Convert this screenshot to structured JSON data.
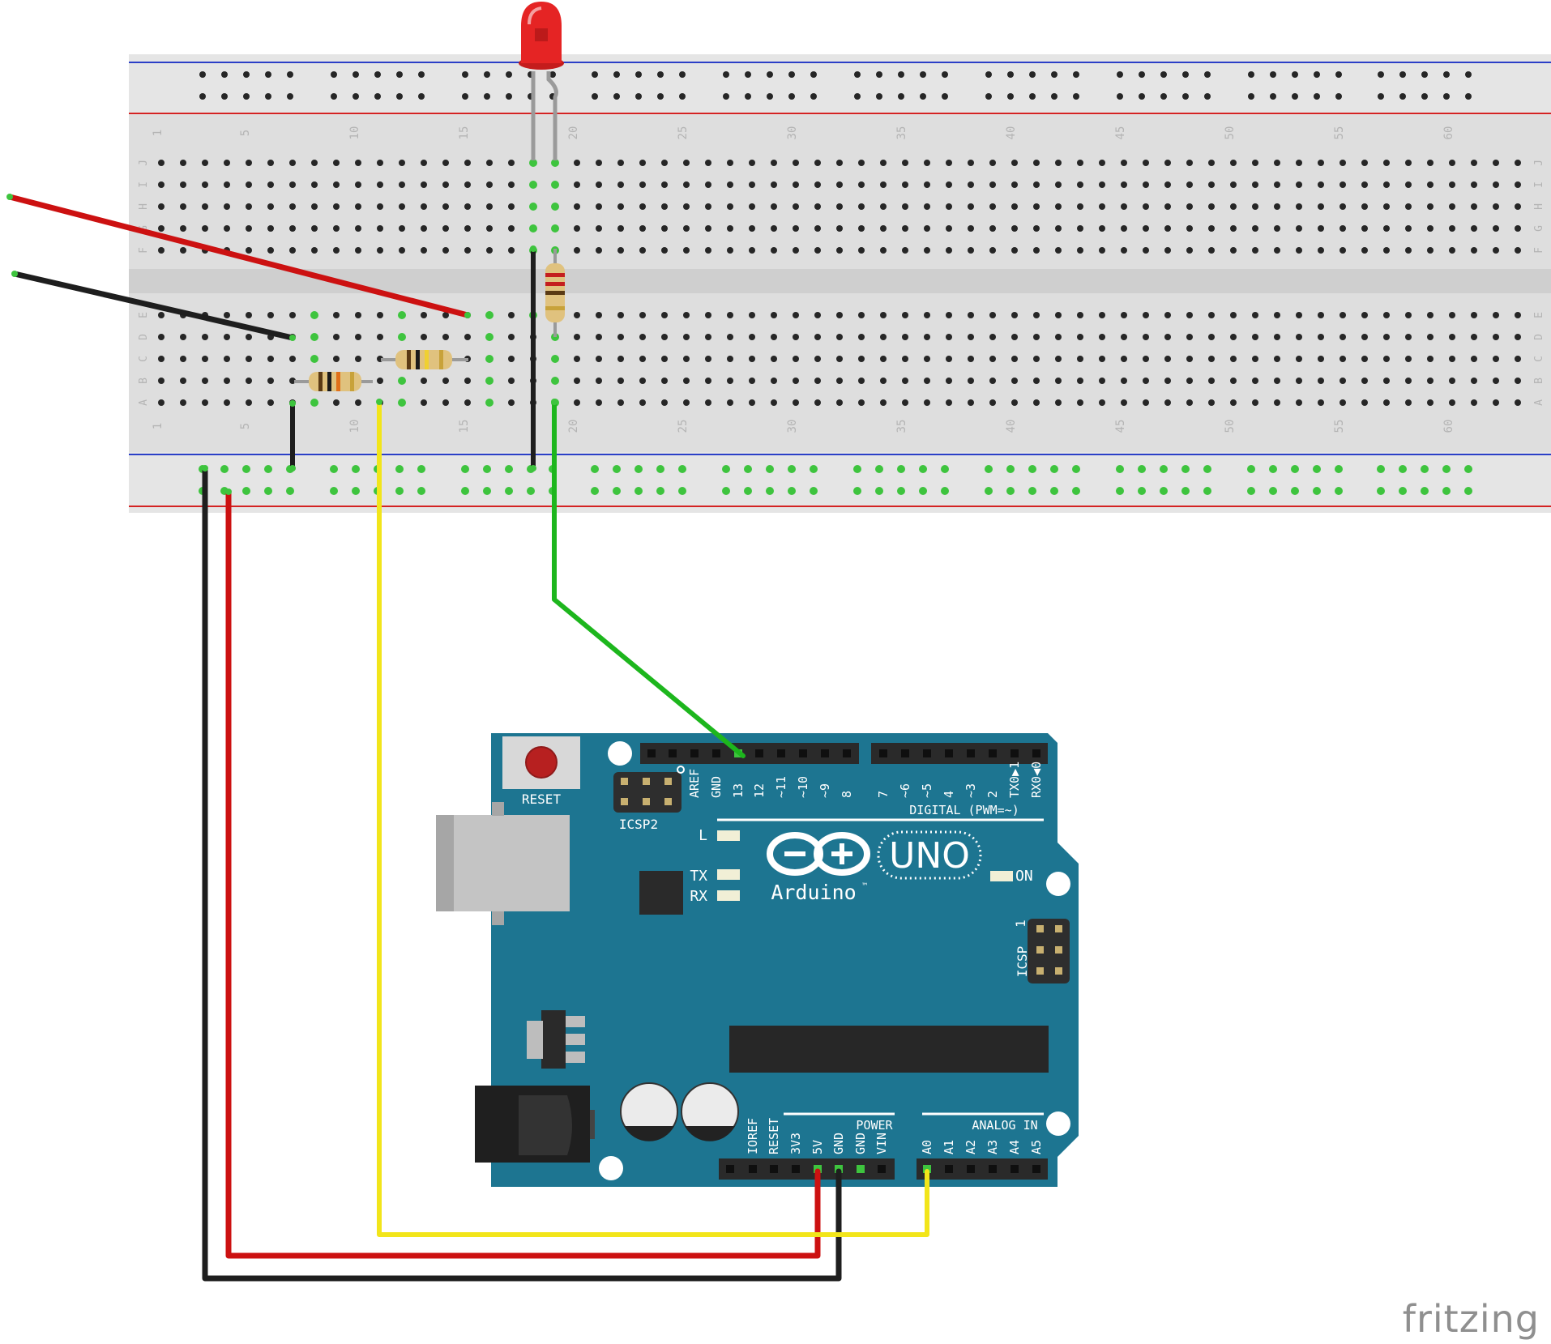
{
  "breadboard": {
    "row_letters_top": [
      "J",
      "I",
      "H",
      "G",
      "F"
    ],
    "row_letters_bottom": [
      "E",
      "D",
      "C",
      "B",
      "A"
    ],
    "column_numbers": [
      "1",
      "5",
      "10",
      "15",
      "20",
      "25",
      "30",
      "35",
      "40",
      "45",
      "50",
      "55",
      "60"
    ]
  },
  "arduino": {
    "reset_label": "RESET",
    "icsp2_label": "ICSP2",
    "icsp_label": "ICSP",
    "icsp_pin1": "1",
    "digital_header_label": "DIGITAL (PWM=~)",
    "digital_pins": [
      "AREF",
      "GND",
      "13",
      "12",
      "~11",
      "~10",
      "~9",
      "8",
      "7",
      "~6",
      "~5",
      "4",
      "~3",
      "2",
      "TX0▶1",
      "RX0◀0"
    ],
    "led_l": "L",
    "led_tx": "TX",
    "led_rx": "RX",
    "led_on": "ON",
    "logo_text": "Arduino",
    "logo_tm": "™",
    "uno_text": "UNO",
    "power_header_label": "POWER",
    "power_pins": [
      "IOREF",
      "RESET",
      "3V3",
      "5V",
      "GND",
      "GND",
      "VIN"
    ],
    "analog_header_label": "ANALOG IN",
    "analog_pins": [
      "A0",
      "A1",
      "A2",
      "A3",
      "A4",
      "A5"
    ]
  },
  "watermark": "fritzing",
  "colors": {
    "board_blue": "#1d7591",
    "breadboard_body": "#dedede",
    "wire_red": "#cc1111",
    "wire_black": "#1e1e1e",
    "wire_yellow": "#f2e51a",
    "wire_green": "#1db61d",
    "led_red": "#e52424"
  }
}
